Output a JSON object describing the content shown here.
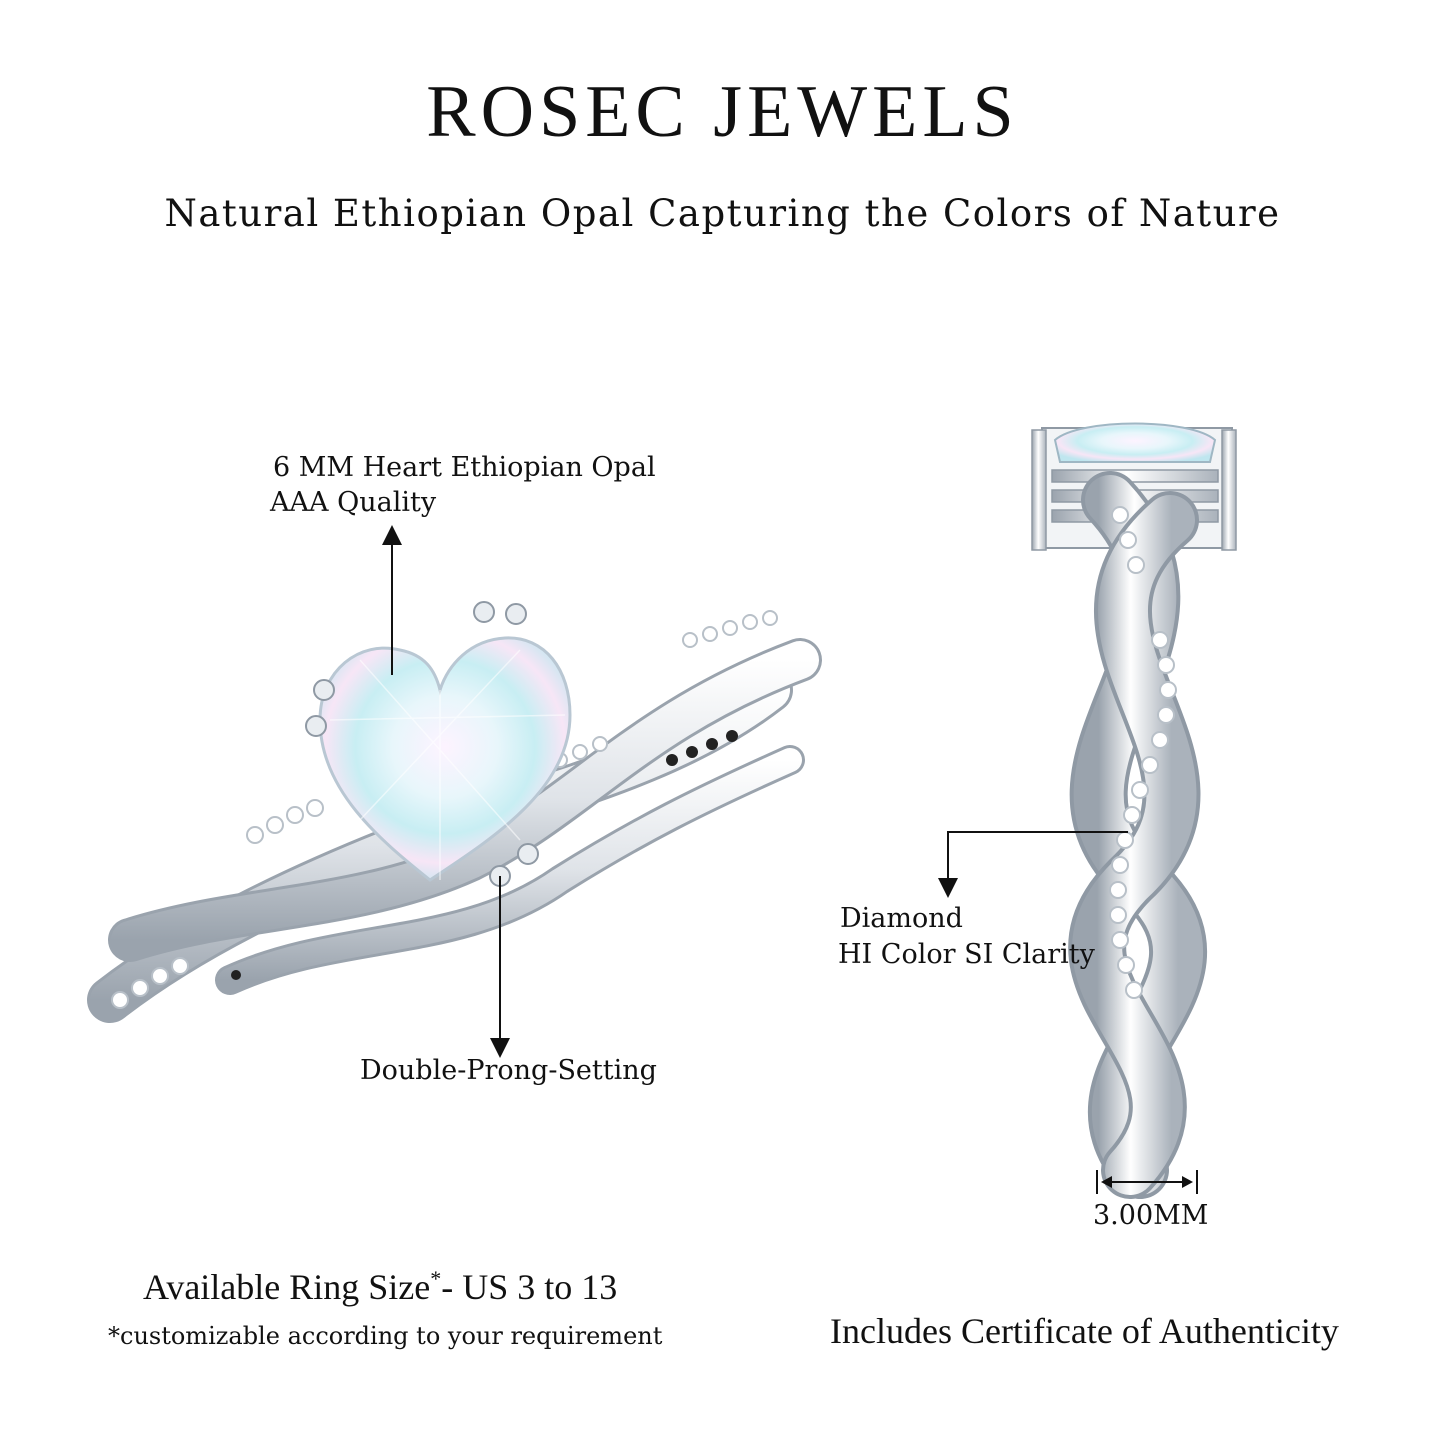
{
  "brand": "ROSEC JEWELS",
  "tagline": "Natural Ethiopian Opal Capturing the Colors of Nature",
  "callouts": {
    "stone_line1": "6 MM Heart Ethiopian Opal",
    "stone_line2": "AAA Quality",
    "setting": "Double-Prong-Setting",
    "diamond_line1": "Diamond",
    "diamond_line2": "HI Color SI Clarity",
    "band_width": "3.00MM"
  },
  "footer": {
    "ring_size_label": "Available Ring Size",
    "ring_size_mark": "*",
    "ring_size_value": "- US 3 to 13",
    "ring_size_note": "*customizable according to your requirement",
    "certificate": "Includes Certificate of Authenticity"
  },
  "colors": {
    "metal": "#dfe3e8",
    "metal_shadow": "#9aa3ad",
    "opal": "#d8f1f5",
    "text": "#111111"
  }
}
